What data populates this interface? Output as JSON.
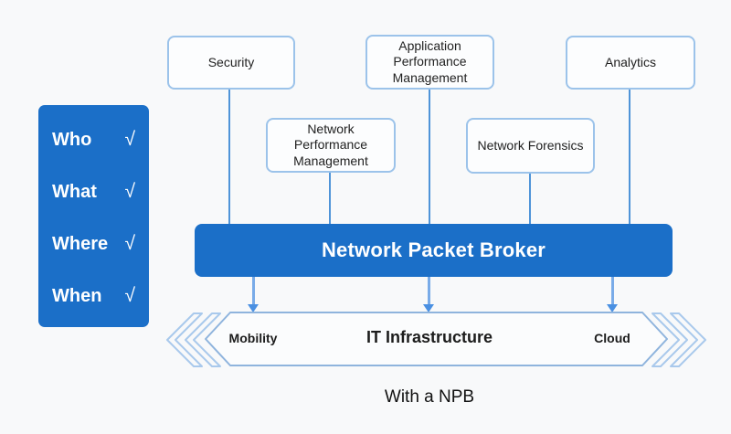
{
  "colors": {
    "background": "#f8f9fa",
    "brand_blue": "#1b6fc8",
    "box_border": "#9cc3ea",
    "connector_line": "#4f94d8",
    "arrow_shaft": "#79abe8",
    "arrow_head": "#4a90e2",
    "banner_border": "#8fb4dd",
    "chevron": "#a9c9ec",
    "text_dark": "#212121",
    "text_white": "#ffffff"
  },
  "wpanel": {
    "items": [
      {
        "label": "Who",
        "check": "√"
      },
      {
        "label": "What",
        "check": "√"
      },
      {
        "label": "Where",
        "check": "√"
      },
      {
        "label": "When",
        "check": "√"
      }
    ]
  },
  "boxes": {
    "security": {
      "label": "Security"
    },
    "apm": {
      "label": "Application Performance Management"
    },
    "analytics": {
      "label": "Analytics"
    },
    "npm": {
      "label": "Network Performance Management"
    },
    "forensics": {
      "label": "Network Forensics"
    }
  },
  "broker_bar": {
    "label": "Network Packet Broker"
  },
  "banner": {
    "left": "Mobility",
    "center": "IT Infrastructure",
    "right": "Cloud"
  },
  "caption": "With a NPB"
}
